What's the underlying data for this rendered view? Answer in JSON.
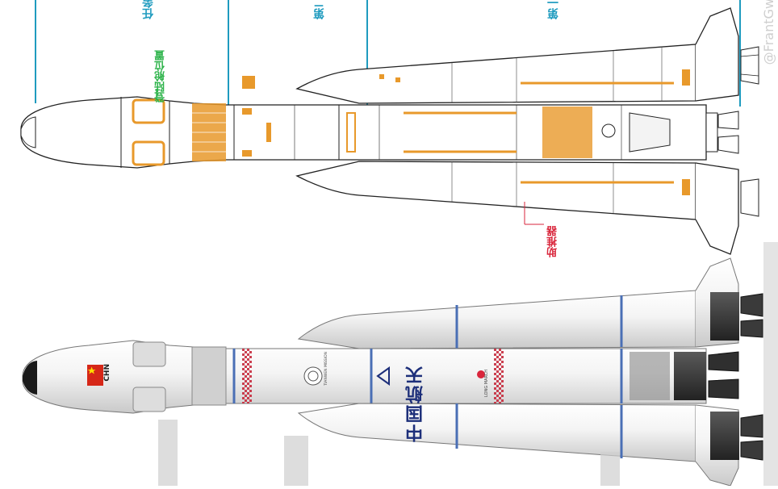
{
  "labels": {
    "section_1": "任务",
    "section_2": "第二",
    "section_3": "第一",
    "lander_position": "登陆舱位置",
    "booster": "助推器",
    "watermark": "@FrantGw"
  },
  "livery": {
    "china_aerospace": "中国航天",
    "country_code": "CHN",
    "long_march": "LONG MARCH",
    "tianwen_text": "TIANWEN MISSION"
  },
  "colors": {
    "accent_teal": "#1f9bbf",
    "highlight_orange": "#e8992b",
    "label_green": "#2db34a",
    "label_red": "#d9263c",
    "stripe_blue": "#4a6fb5",
    "text_navy": "#1d2f7a"
  }
}
